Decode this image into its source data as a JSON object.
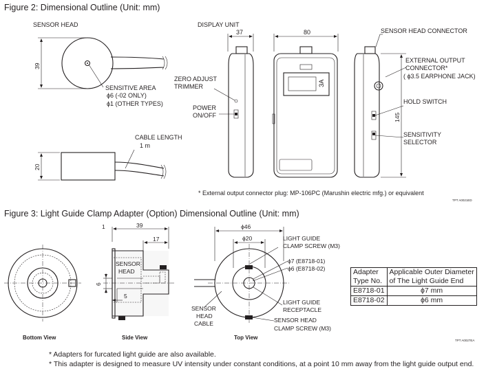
{
  "fig2": {
    "title": "Figure 2: Dimensional Outline (Unit: mm)",
    "sensor_head_title": "SENSOR HEAD",
    "display_unit_title": "DISPLAY UNIT",
    "dim_39": "39",
    "dim_20": "20",
    "dim_37": "37",
    "dim_80": "80",
    "dim_145": "145",
    "sensitive_area_1": "SENSITIVE AREA",
    "sensitive_area_2": "ϕ6 (-02 ONLY)",
    "sensitive_area_3": "ϕ1 (OTHER TYPES)",
    "cable_length_1": "CABLE LENGTH",
    "cable_length_2": "1 m",
    "zero_adjust_1": "ZERO ADJUST",
    "zero_adjust_2": "TRIMMER",
    "power_1": "POWER",
    "power_2": "ON/OFF",
    "sensor_head_connector": "SENSOR HEAD CONNECTOR",
    "ext_out_1": "EXTERNAL OUTPUT",
    "ext_out_2": "CONNECTOR*",
    "ext_out_3": "( ϕ3.5 EARPHONE JACK)",
    "hold_switch": "HOLD SWITCH",
    "sensitivity_1": "SENSITIVITY",
    "sensitivity_2": "SELECTOR",
    "display_glyph": "ЗА",
    "footnote": "* External output connector plug: MP-106PC (Marushin electric mfg.) or equivalent",
    "code": "TPT A0021ED"
  },
  "fig3": {
    "title": "Figure 3: Light Guide Clamp Adapter (Option) Dimensional Outline (Unit: mm)",
    "dim_1": "1",
    "dim_39": "39",
    "dim_17": "17",
    "dim_6": "6",
    "dim_5": "5",
    "dim_46": "ϕ46",
    "dim_20": "ϕ20",
    "sensor_head_1": "SENSOR",
    "sensor_head_2": "HEAD",
    "clamp_screw_top_1": "LIGHT GUIDE",
    "clamp_screw_top_2": "CLAMP SCREW (M3)",
    "phi7": "ϕ7 (E8718-01)",
    "phi6": "ϕ6 (E8718-02)",
    "receptacle_1": "LIGHT GUIDE",
    "receptacle_2": "RECEPTACLE",
    "cable_1": "SENSOR",
    "cable_2": "HEAD",
    "cable_3": "CABLE",
    "sh_clamp_1": "SENSOR HEAD",
    "sh_clamp_2": "CLAMP SCREW (M3)",
    "bottom_view": "Bottom View",
    "side_view": "Side View",
    "top_view": "Top View",
    "code": "TPT A0027EA",
    "note_1": "* Adapters for furcated light guide are also available.",
    "note_2": "* This adapter is designed to measure UV intensity under constant conditions, at a point 10 mm away from the light guide output end."
  },
  "table": {
    "header_1_line1": "Adapter",
    "header_1_line2": "Type No.",
    "header_2_line1": "Applicable Outer Diameter",
    "header_2_line2": "of The Light Guide End",
    "rows": [
      {
        "type": "E8718-01",
        "diameter": "ϕ7 mm"
      },
      {
        "type": "E8718-02",
        "diameter": "ϕ6 mm"
      }
    ]
  }
}
